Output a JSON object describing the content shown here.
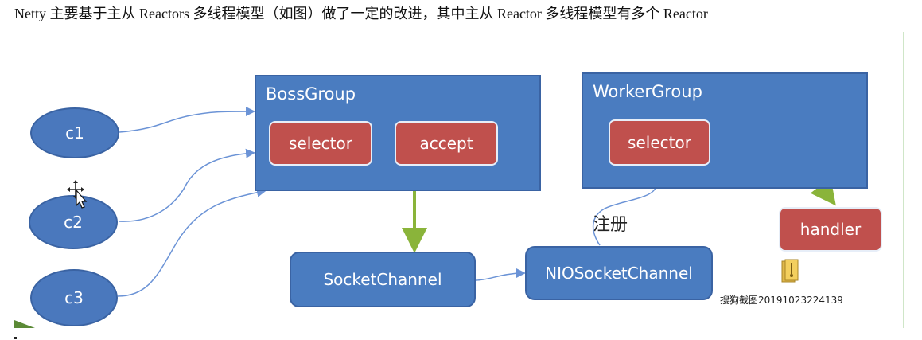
{
  "header": {
    "text": "Netty 主要基于主从 Reactors 多线程模型（如图）做了一定的改进，其中主从 Reactor 多线程模型有多个 Reactor"
  },
  "clients": [
    "c1",
    "c2",
    "c3"
  ],
  "boss_group": {
    "title": "BossGroup",
    "selector_label": "selector",
    "accept_label": "accept"
  },
  "worker_group": {
    "title": "WorkerGroup",
    "selector_label": "selector"
  },
  "handler_label": "handler",
  "socket_channel_label": "SocketChannel",
  "nio_socket_channel_label": "NIOSocketChannel",
  "register_label": "注册",
  "screenshot_tag": "搜狗截图20191023224139",
  "colors": {
    "group_blue": "#4a7cc0",
    "pill_red": "#c0504d",
    "arrow_green": "#8ab43a",
    "link_blue": "#6b93d6"
  },
  "icons": [
    "folder-icon",
    "move-cursor-icon"
  ]
}
